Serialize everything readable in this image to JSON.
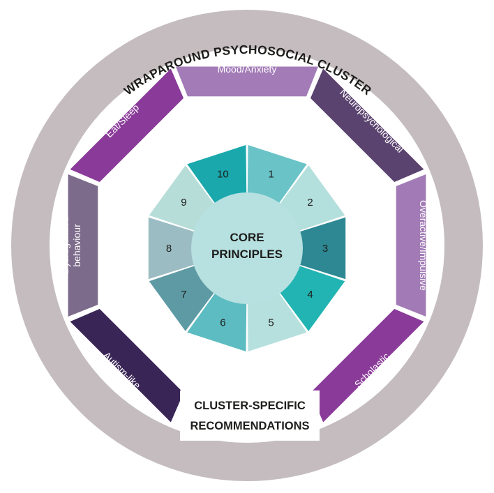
{
  "outer_ring": {
    "title": "WRAPAROUND PSYCHOSOCIAL CLUSTER",
    "color": "#c4bcbe"
  },
  "clusters": [
    {
      "label": "Mood/Anxiety",
      "color": "#a37bb7",
      "name": "segment-mood-anxiety"
    },
    {
      "label": "Neuropsychological",
      "color": "#5b436f",
      "name": "segment-neuropsychological"
    },
    {
      "label": "Overactive/Impulsive",
      "color": "#a27bb6",
      "name": "segment-overactive-impulsive"
    },
    {
      "label": "Scholastic",
      "color": "#8a3b99",
      "name": "segment-scholastic"
    },
    {
      "label": "Autism-like",
      "color": "#3a2656",
      "name": "segment-autism-like"
    },
    {
      "label": "Dysregulated behaviour",
      "color": "#7c6b8a",
      "name": "segment-dysregulated-behaviour"
    },
    {
      "label": "Eat/Sleep",
      "color": "#8a3b99",
      "name": "segment-eat-sleep"
    }
  ],
  "cluster_recommendations": {
    "line1": "CLUSTER-SPECIFIC",
    "line2": "RECOMMENDATIONS"
  },
  "principles": [
    {
      "label": "1",
      "color": "#69c3c7"
    },
    {
      "label": "2",
      "color": "#b3dfdc"
    },
    {
      "label": "3",
      "color": "#2d8893"
    },
    {
      "label": "4",
      "color": "#21b4b2"
    },
    {
      "label": "5",
      "color": "#b6e0dd"
    },
    {
      "label": "6",
      "color": "#5cbcc1"
    },
    {
      "label": "7",
      "color": "#5e9aa4"
    },
    {
      "label": "8",
      "color": "#9bbcc3"
    },
    {
      "label": "9",
      "color": "#b7ddd9"
    },
    {
      "label": "10",
      "color": "#1aa8ad"
    }
  ],
  "core": {
    "line1": "CORE",
    "line2": "PRINCIPLES",
    "color": "#b7e0e0"
  }
}
